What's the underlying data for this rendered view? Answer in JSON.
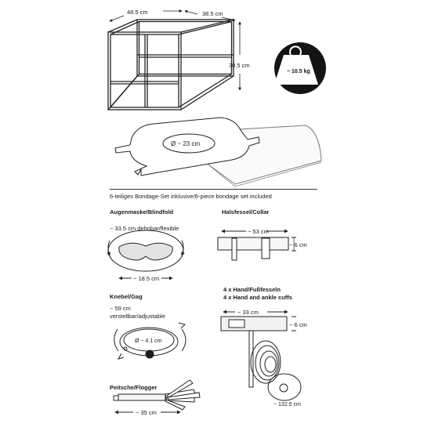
{
  "frame": {
    "width_dim": "48.5 cm",
    "depth_dim": "38.5 cm",
    "height_dim": "30.5 cm",
    "weight": "~ 10.5 kg",
    "weight_icon": "weight-icon"
  },
  "mat": {
    "diameter": "Ø ~ 23 cm"
  },
  "set_title": "6-teiliges Bondage-Set inklusive/6-piece bondage set included",
  "blindfold": {
    "title": "Augenmaske/Blindfold",
    "stretch": "~ 33.5 cm dehnbar/flexible",
    "width": "~ 18.5 cm"
  },
  "collar": {
    "title": "Halsfessel/Collar",
    "length": "~ 53 cm",
    "height": "~ 6 cm"
  },
  "gag": {
    "title": "Knebel/Gag",
    "length": "~ 59 cm",
    "adjust": "verstellbar/adjustable",
    "ball": "Ø ~ 4.1 cm"
  },
  "cuffs": {
    "title_de": "4 x Hand/Fußfesseln",
    "title_en": "4 x Hand and ankle cuffs",
    "length": "~ 33 cm",
    "height": "~ 6 cm",
    "rope": "~ 132.5 cm"
  },
  "flogger": {
    "title": "Peitsche/Flogger",
    "length": "~ 35 cm"
  }
}
